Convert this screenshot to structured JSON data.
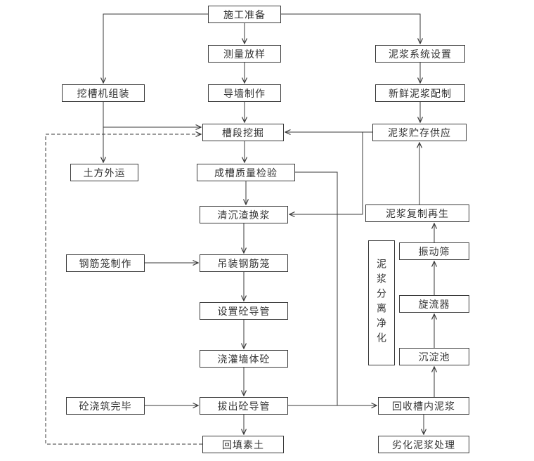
{
  "colors": {
    "line": "#3a3a3a",
    "box_border": "#3a3a3a",
    "background": "#ffffff",
    "text": "#333333"
  },
  "nodes": {
    "construction_prep": {
      "label": "施工准备"
    },
    "survey_layout": {
      "label": "测量放样"
    },
    "guide_wall": {
      "label": "导墙制作"
    },
    "trench_excavation": {
      "label": "槽段挖掘"
    },
    "trench_quality_check": {
      "label": "成槽质量检验"
    },
    "clean_sediment_replace_slurry": {
      "label": "清沉渣换浆"
    },
    "hoist_rebar_cage": {
      "label": "吊装钢筋笼"
    },
    "set_concrete_pipe": {
      "label": "设置砼导管"
    },
    "pour_wall_concrete": {
      "label": "浇灌墙体砼"
    },
    "pull_out_concrete_pipe": {
      "label": "拔出砼导管"
    },
    "backfill_soil": {
      "label": "回填素土"
    },
    "excavator_assembly": {
      "label": "挖槽机组装"
    },
    "earth_removal": {
      "label": "土方外运"
    },
    "rebar_cage_fabrication": {
      "label": "钢筋笼制作"
    },
    "concrete_pouring_done": {
      "label": "砼浇筑完毕"
    },
    "slurry_system_setup": {
      "label": "泥浆系统设置"
    },
    "fresh_slurry_preparation": {
      "label": "新鲜泥浆配制"
    },
    "slurry_storage_supply": {
      "label": "泥浆贮存供应"
    },
    "slurry_regeneration": {
      "label": "泥浆复制再生"
    },
    "slurry_separation_purification": {
      "label": "泥浆分离净化"
    },
    "vibrating_screen": {
      "label": "振动筛"
    },
    "cyclone": {
      "label": "旋流器"
    },
    "sedimentation_tank": {
      "label": "沉淀池"
    },
    "recover_trench_slurry": {
      "label": "回收槽内泥浆"
    },
    "degraded_slurry_treatment": {
      "label": "劣化泥浆处理"
    }
  },
  "edges": [
    {
      "from": "construction_prep",
      "to": "survey_layout",
      "style": "solid"
    },
    {
      "from": "construction_prep",
      "to": "excavator_assembly",
      "style": "solid"
    },
    {
      "from": "construction_prep",
      "to": "slurry_system_setup",
      "style": "solid"
    },
    {
      "from": "survey_layout",
      "to": "guide_wall",
      "style": "solid"
    },
    {
      "from": "guide_wall",
      "to": "trench_excavation",
      "style": "solid"
    },
    {
      "from": "excavator_assembly",
      "to": "trench_excavation",
      "style": "solid"
    },
    {
      "from": "excavator_assembly",
      "to": "earth_removal",
      "style": "solid"
    },
    {
      "from": "slurry_system_setup",
      "to": "fresh_slurry_preparation",
      "style": "solid"
    },
    {
      "from": "fresh_slurry_preparation",
      "to": "slurry_storage_supply",
      "style": "solid"
    },
    {
      "from": "slurry_storage_supply",
      "to": "trench_excavation",
      "style": "solid"
    },
    {
      "from": "slurry_storage_supply",
      "to": "clean_sediment_replace_slurry",
      "style": "solid"
    },
    {
      "from": "trench_excavation",
      "to": "trench_quality_check",
      "style": "solid"
    },
    {
      "from": "trench_quality_check",
      "to": "clean_sediment_replace_slurry",
      "style": "solid"
    },
    {
      "from": "trench_quality_check",
      "to": "recover_trench_slurry",
      "style": "solid"
    },
    {
      "from": "clean_sediment_replace_slurry",
      "to": "hoist_rebar_cage",
      "style": "solid"
    },
    {
      "from": "rebar_cage_fabrication",
      "to": "hoist_rebar_cage",
      "style": "solid"
    },
    {
      "from": "hoist_rebar_cage",
      "to": "set_concrete_pipe",
      "style": "solid"
    },
    {
      "from": "set_concrete_pipe",
      "to": "pour_wall_concrete",
      "style": "solid"
    },
    {
      "from": "pour_wall_concrete",
      "to": "pull_out_concrete_pipe",
      "style": "solid"
    },
    {
      "from": "concrete_pouring_done",
      "to": "pull_out_concrete_pipe",
      "style": "solid"
    },
    {
      "from": "pull_out_concrete_pipe",
      "to": "backfill_soil",
      "style": "solid"
    },
    {
      "from": "pull_out_concrete_pipe",
      "to": "recover_trench_slurry",
      "style": "solid"
    },
    {
      "from": "backfill_soil",
      "to": "trench_excavation",
      "style": "dashed"
    },
    {
      "from": "recover_trench_slurry",
      "to": "sedimentation_tank",
      "style": "solid"
    },
    {
      "from": "sedimentation_tank",
      "to": "cyclone",
      "style": "solid"
    },
    {
      "from": "cyclone",
      "to": "vibrating_screen",
      "style": "solid"
    },
    {
      "from": "vibrating_screen",
      "to": "slurry_regeneration",
      "style": "solid"
    },
    {
      "from": "slurry_regeneration",
      "to": "slurry_storage_supply",
      "style": "solid"
    },
    {
      "from": "recover_trench_slurry",
      "to": "degraded_slurry_treatment",
      "style": "solid"
    }
  ]
}
